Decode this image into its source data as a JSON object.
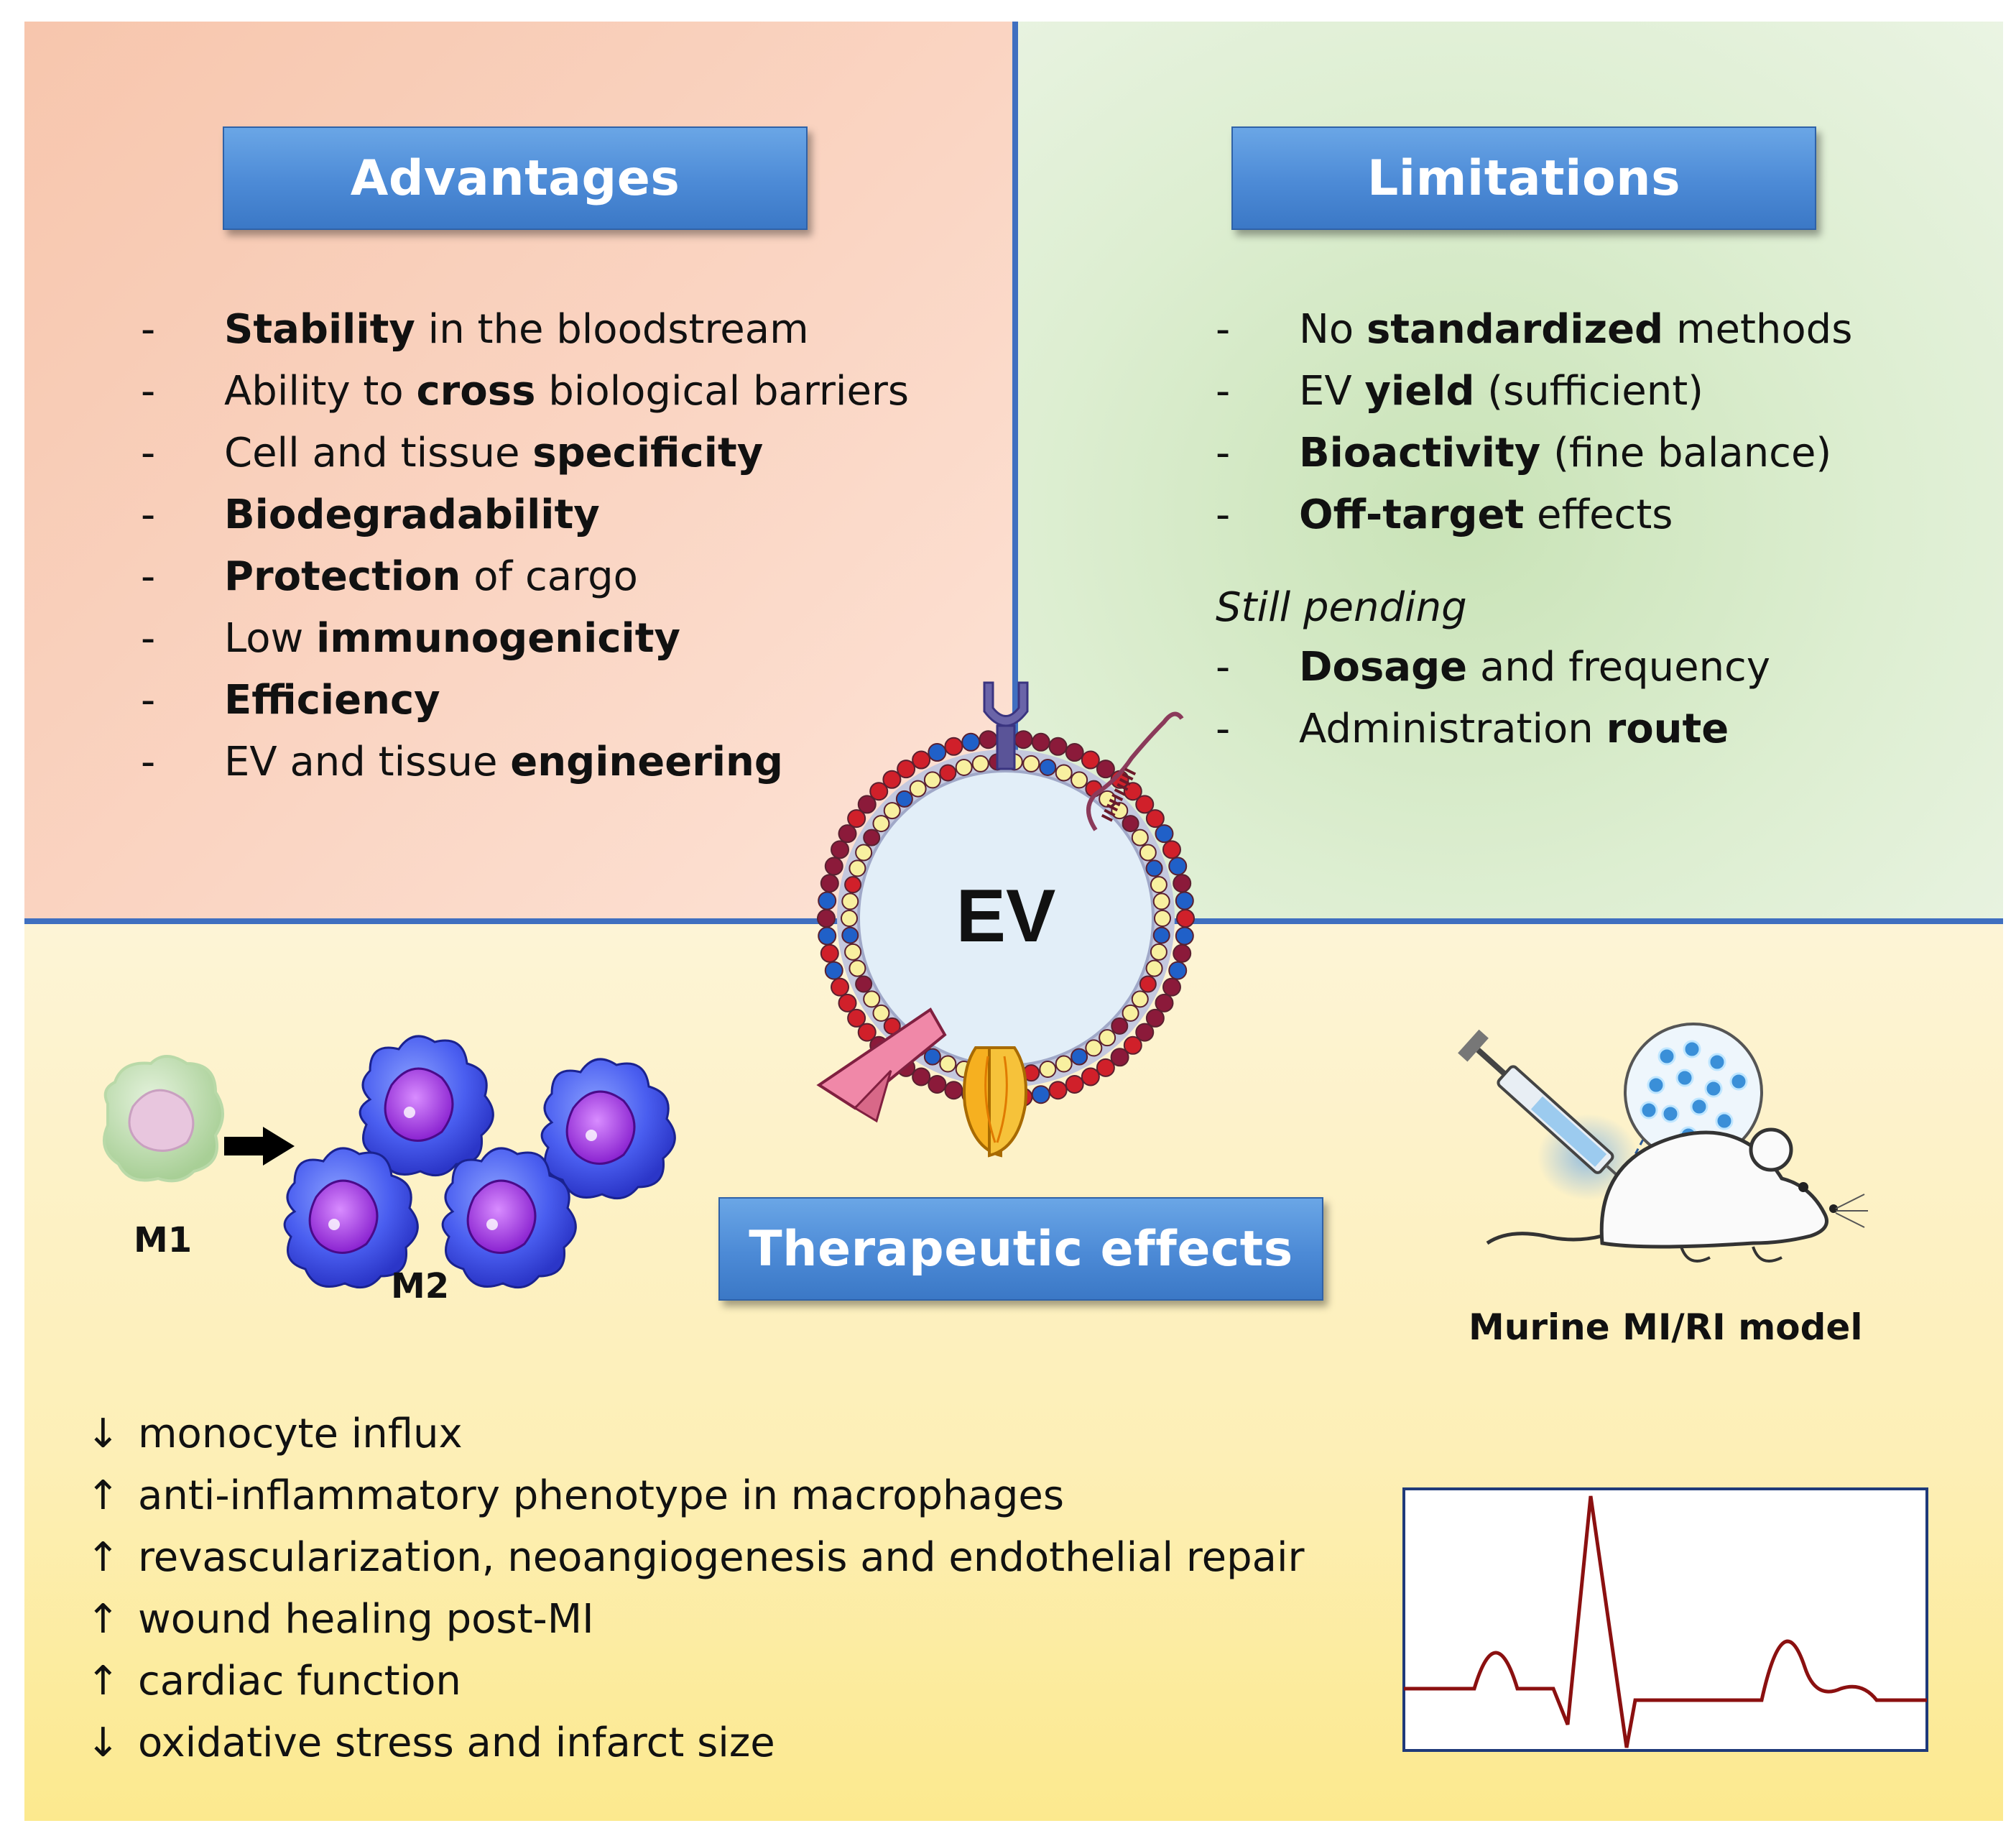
{
  "advantages": {
    "title": "Advantages",
    "items": [
      {
        "bold": "Stability",
        "rest": " in the bloodstream"
      },
      {
        "pre": "Ability to ",
        "bold": "cross",
        "rest": " biological barriers"
      },
      {
        "pre": "Cell and tissue ",
        "bold": "specificity"
      },
      {
        "bold": "Biodegradability"
      },
      {
        "bold": "Protection",
        "rest": " of cargo"
      },
      {
        "pre": "Low ",
        "bold": "immunogenicity"
      },
      {
        "bold": "Efficiency"
      },
      {
        "pre": "EV and tissue ",
        "bold": "engineering"
      }
    ]
  },
  "limitations": {
    "title": "Limitations",
    "items": [
      {
        "pre": "No ",
        "bold": "standardized",
        "rest": " methods"
      },
      {
        "pre": "EV ",
        "bold": "yield",
        "rest": " (sufficient)"
      },
      {
        "bold": "Bioactivity",
        "rest": " (fine balance)"
      },
      {
        "bold": "Off-target",
        "rest": " effects"
      }
    ],
    "pending_label": "Still pending",
    "pending_items": [
      {
        "bold": "Dosage",
        "rest": " and frequency"
      },
      {
        "pre": "Administration ",
        "bold": "route"
      }
    ]
  },
  "therapeutic": {
    "title": "Therapeutic effects",
    "effects": [
      {
        "arrow": "↓",
        "text": "monocyte influx"
      },
      {
        "arrow": "↑",
        "text": "anti-inflammatory phenotype in macrophages"
      },
      {
        "arrow": "↑",
        "text": "revascularization, neoangiogenesis and endothelial repair"
      },
      {
        "arrow": "↑",
        "text": "wound healing post-MI"
      },
      {
        "arrow": "↑",
        "text": "cardiac function"
      },
      {
        "arrow": "↓",
        "text": "oxidative stress and infarct size"
      }
    ]
  },
  "center_label": "EV",
  "m1_label": "M1",
  "m2_label": "M2",
  "murine_label": "Murine MI/RI model",
  "colors": {
    "divider": "#3f6fc0",
    "header": "#4c8ad6",
    "bead_red": "#d0202a",
    "bead_maroon": "#8b1a3a",
    "bead_blue": "#2060c8",
    "bead_yellow": "#f8f0a0",
    "ecg_line": "#8b1010"
  },
  "icons": [
    "ev-vesicle",
    "receptor-icon",
    "protein-channel-icon",
    "macrophage-icon",
    "syringe-icon",
    "mouse-icon",
    "ecg-icon"
  ]
}
